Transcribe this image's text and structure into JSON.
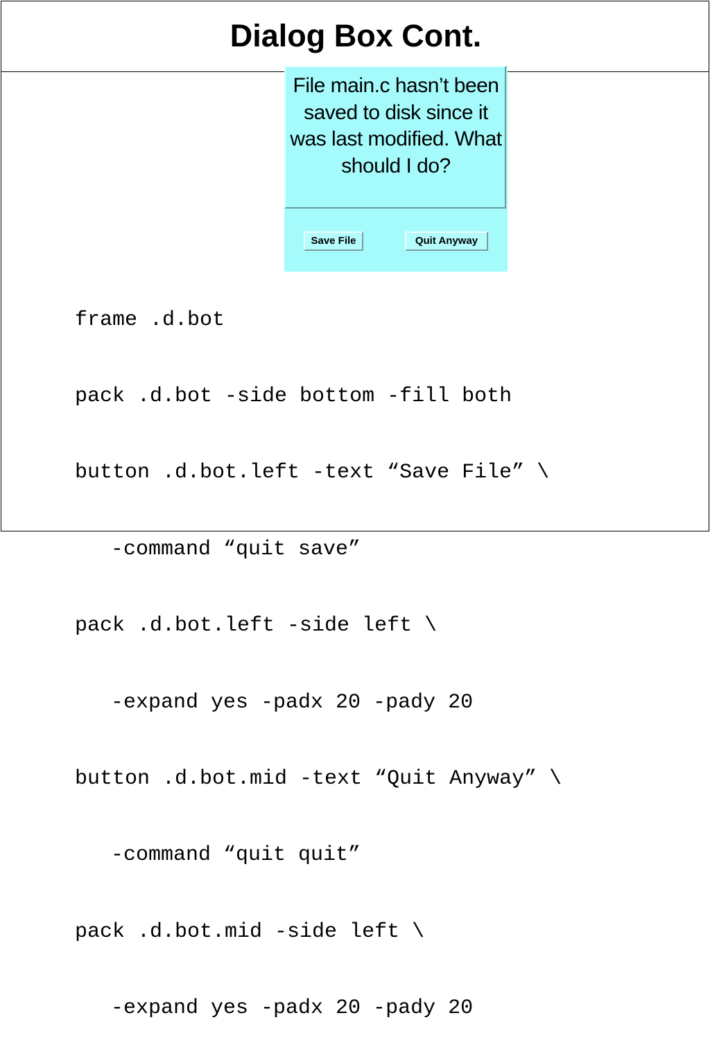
{
  "slide": {
    "title": "Dialog Box Cont."
  },
  "dialog": {
    "message": "File main.c hasn’t been saved to disk since it was last modified.  What should I do?",
    "save_button": "Save File",
    "quit_button": "Quit Anyway",
    "background_color": "#a5fbfb"
  },
  "code": {
    "lines": [
      "frame .d.bot",
      "pack .d.bot -side bottom -fill both",
      "button .d.bot.left -text “Save File” \\",
      "-command “quit save”",
      "pack .d.bot.left -side left \\",
      "-expand yes -padx 20 -pady 20",
      "button .d.bot.mid -text “Quit Anyway” \\",
      "-command “quit quit”",
      "pack .d.bot.mid -side left \\",
      "-expand yes -padx 20 -pady 20"
    ]
  }
}
